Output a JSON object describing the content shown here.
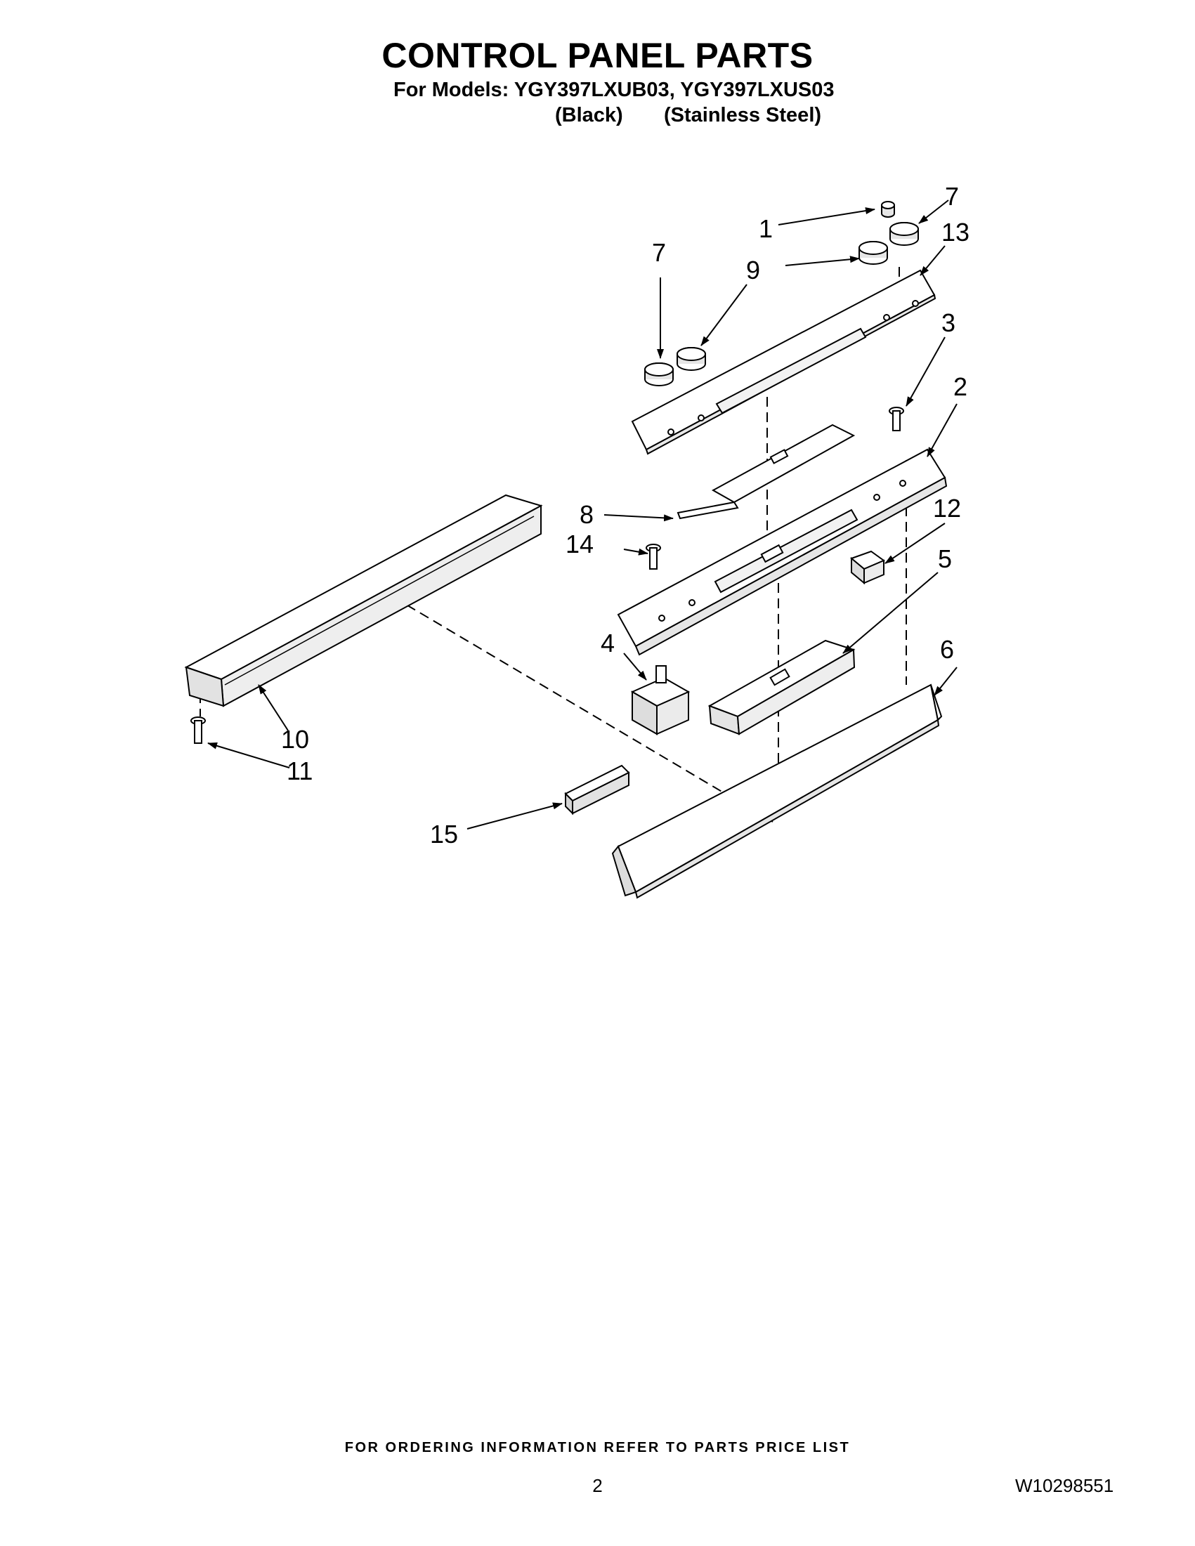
{
  "title": "CONTROL PANEL PARTS",
  "models_line": "For Models: YGY397LXUB03, YGY397LXUS03",
  "variants": [
    "(Black)",
    "(Stainless Steel)"
  ],
  "callouts": [
    "1",
    "7",
    "13",
    "7",
    "9",
    "3",
    "2",
    "8",
    "12",
    "14",
    "5",
    "4",
    "6",
    "10",
    "11",
    "15"
  ],
  "footer": {
    "ordering_note": "FOR ORDERING INFORMATION REFER TO PARTS PRICE LIST",
    "page_number": "2",
    "document_number": "W10298551"
  }
}
